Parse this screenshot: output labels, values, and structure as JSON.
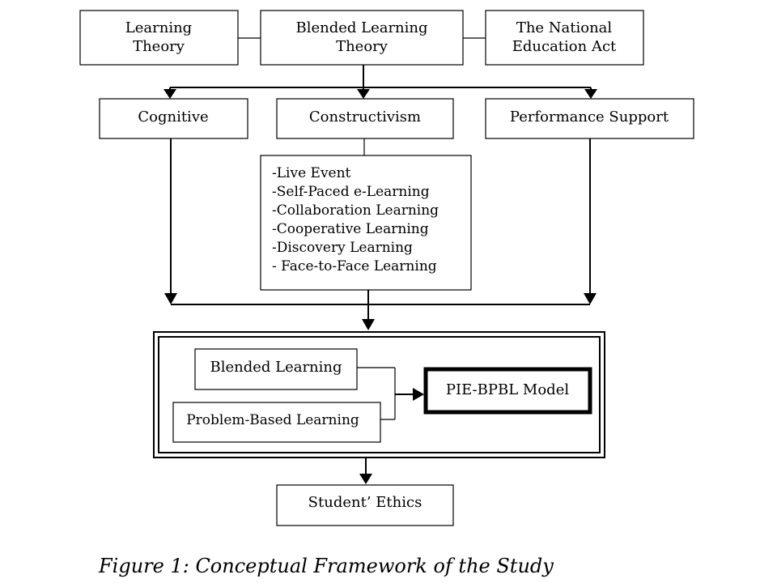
{
  "top_row": {
    "learning_theory": [
      "Learning",
      "Theory"
    ],
    "blended_learning_theory": [
      "Blended Learning",
      "Theory"
    ],
    "national_education_act": [
      "The National",
      "Education Act"
    ]
  },
  "second_row": {
    "cognitive": "Cognitive",
    "constructivism": "Constructivism",
    "performance_support": "Performance Support"
  },
  "constructivism_list": [
    "-Live Event",
    "-Self-Paced e-Learning",
    "-Collaboration Learning",
    "-Cooperative Learning",
    "-Discovery Learning",
    "- Face-to-Face Learning"
  ],
  "model_panel": {
    "blended_learning": "Blended Learning",
    "problem_based_learning": "Problem-Based Learning",
    "model": "PIE-BPBL Model"
  },
  "outcome": "Student’ Ethics",
  "caption": "Figure 1: Conceptual Framework of the Study"
}
